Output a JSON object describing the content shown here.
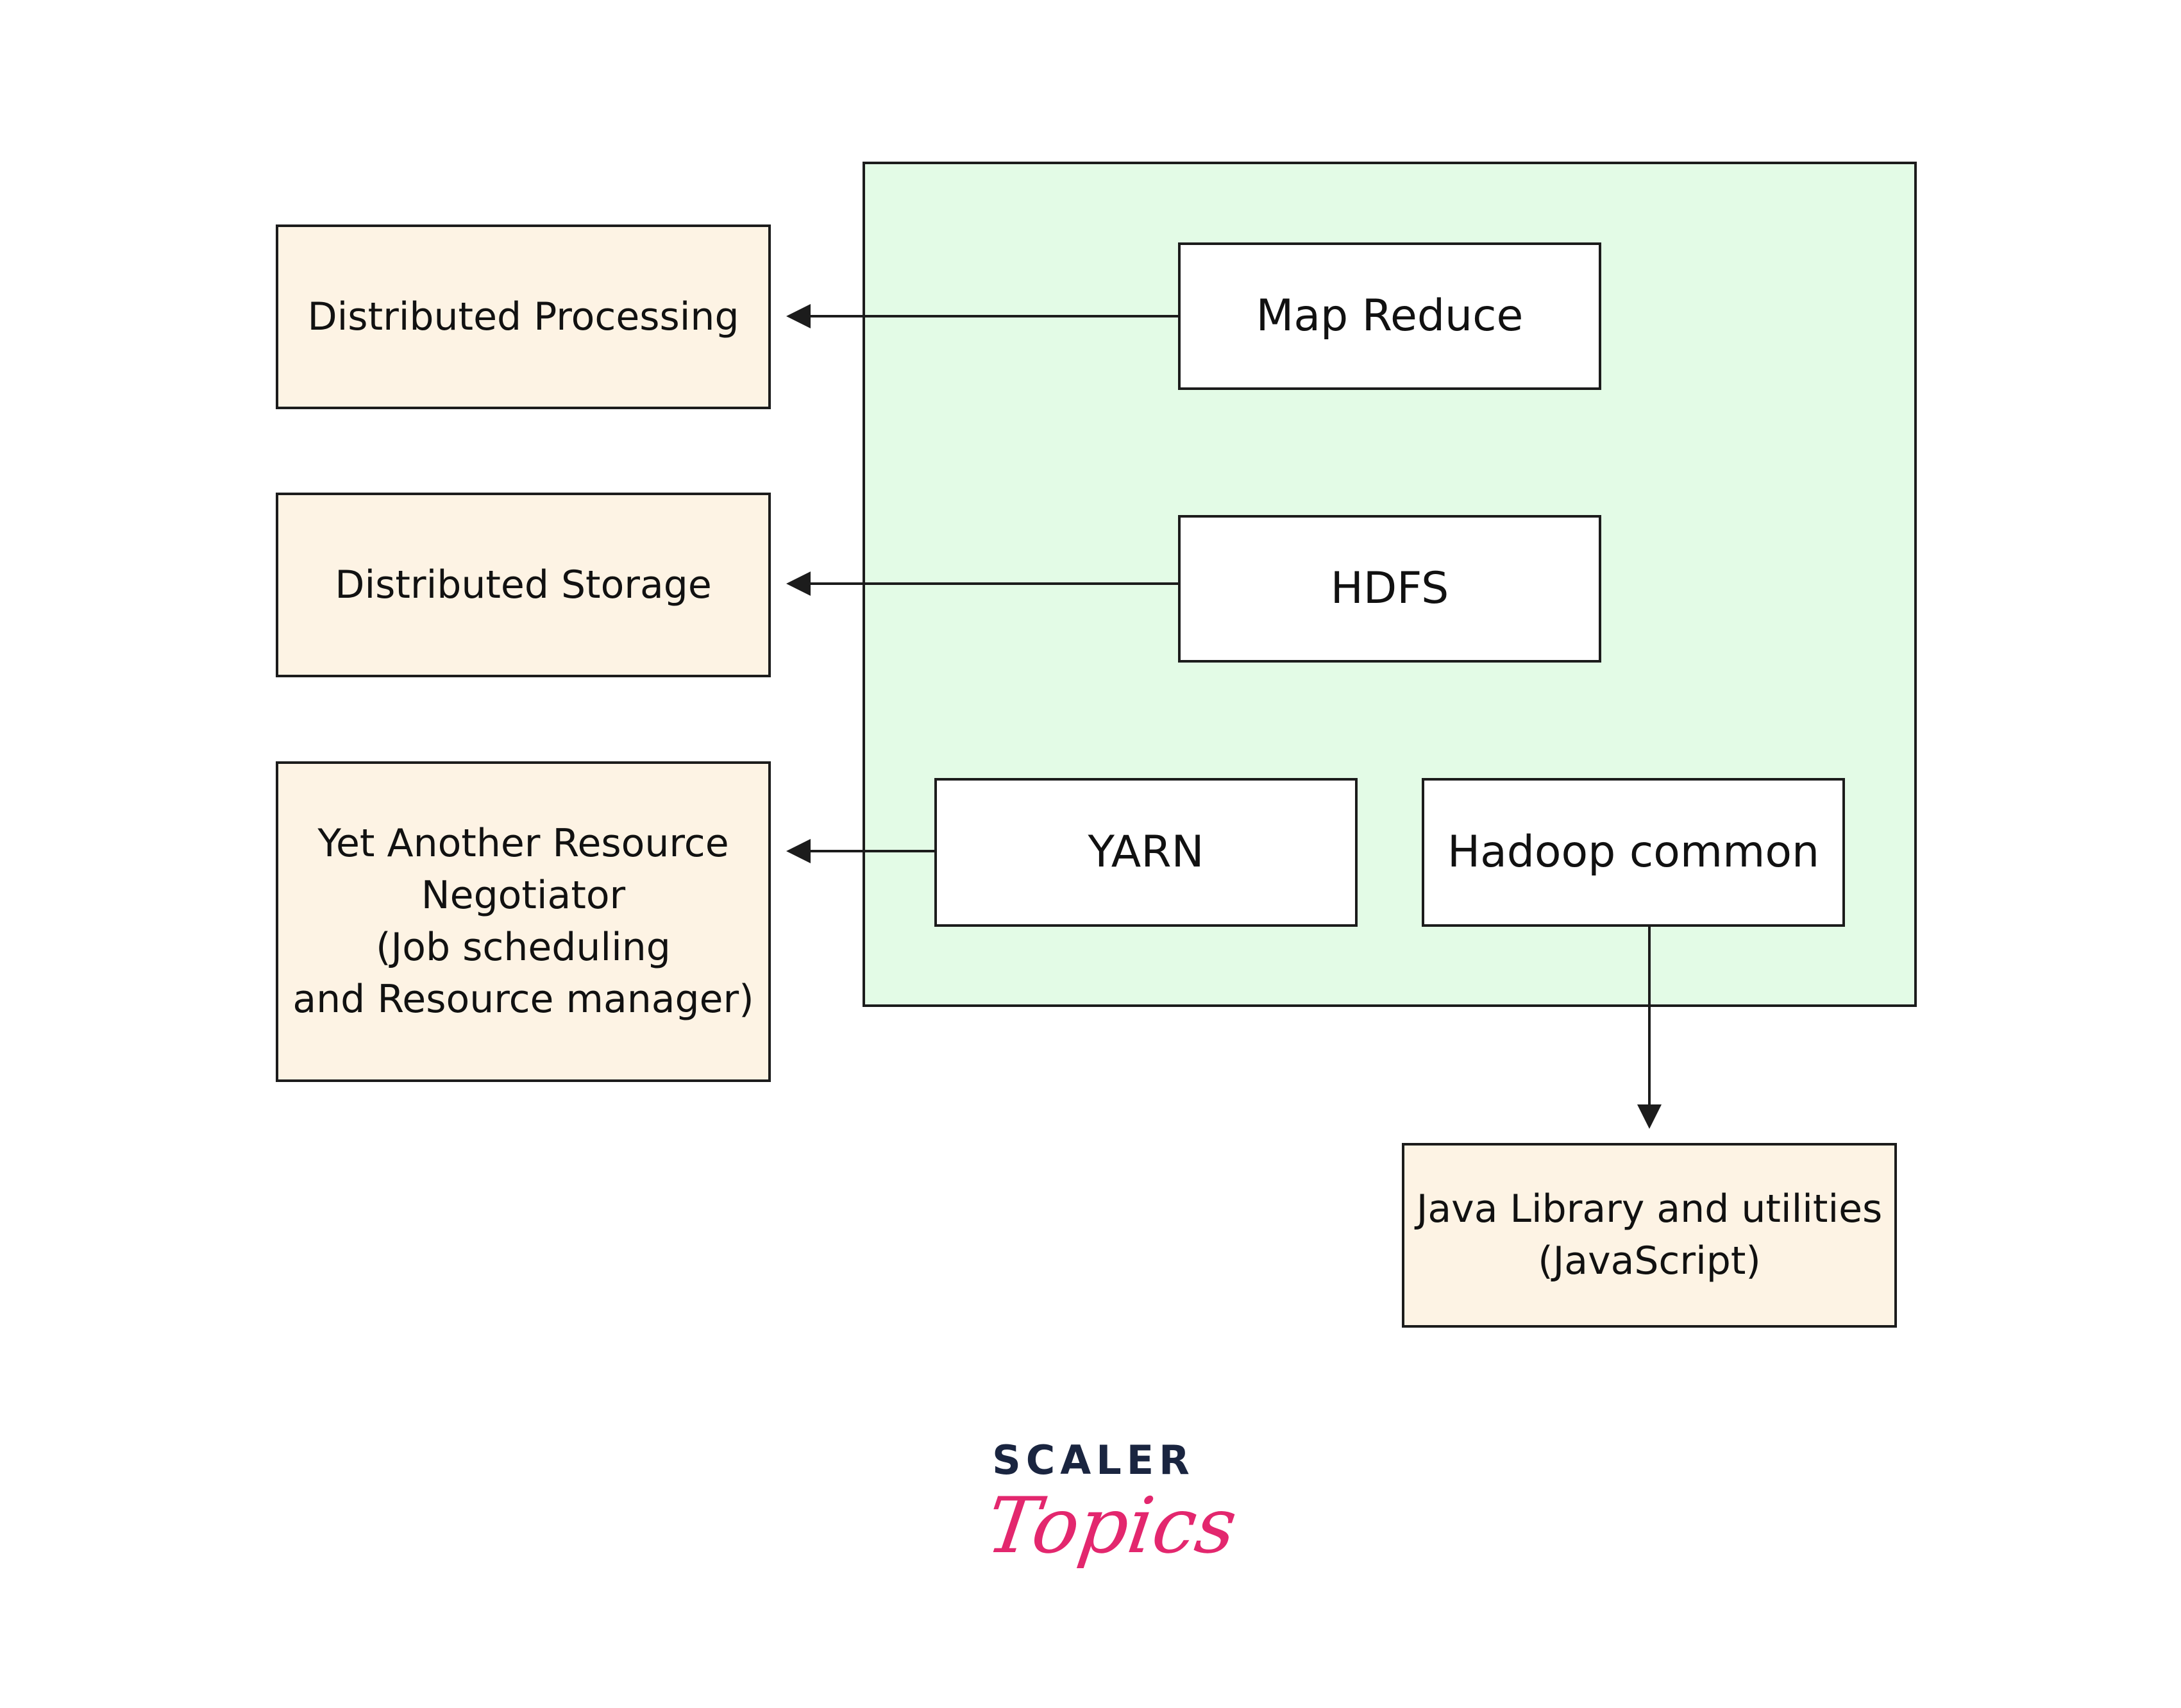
{
  "left_column": {
    "distributed_processing": "Distributed Processing",
    "distributed_storage": "Distributed Storage",
    "yarn_description": [
      "Yet Another Resource",
      "Negotiator",
      "(Job scheduling",
      "and Resource manager)"
    ]
  },
  "hadoop_components": {
    "map_reduce": "Map Reduce",
    "hdfs": "HDFS",
    "yarn": "YARN",
    "hadoop_common": "Hadoop common"
  },
  "java_library": [
    "Java Library and utilities",
    "(JavaScript)"
  ],
  "logo": {
    "word": "SCALER",
    "script": "Topics",
    "colors": {
      "word": "#1a2540",
      "script": "#e3276e"
    }
  },
  "colors": {
    "peach_fill": "#fdf3e4",
    "container_fill": "#e3fbe6",
    "stroke": "#1c1c1c"
  }
}
